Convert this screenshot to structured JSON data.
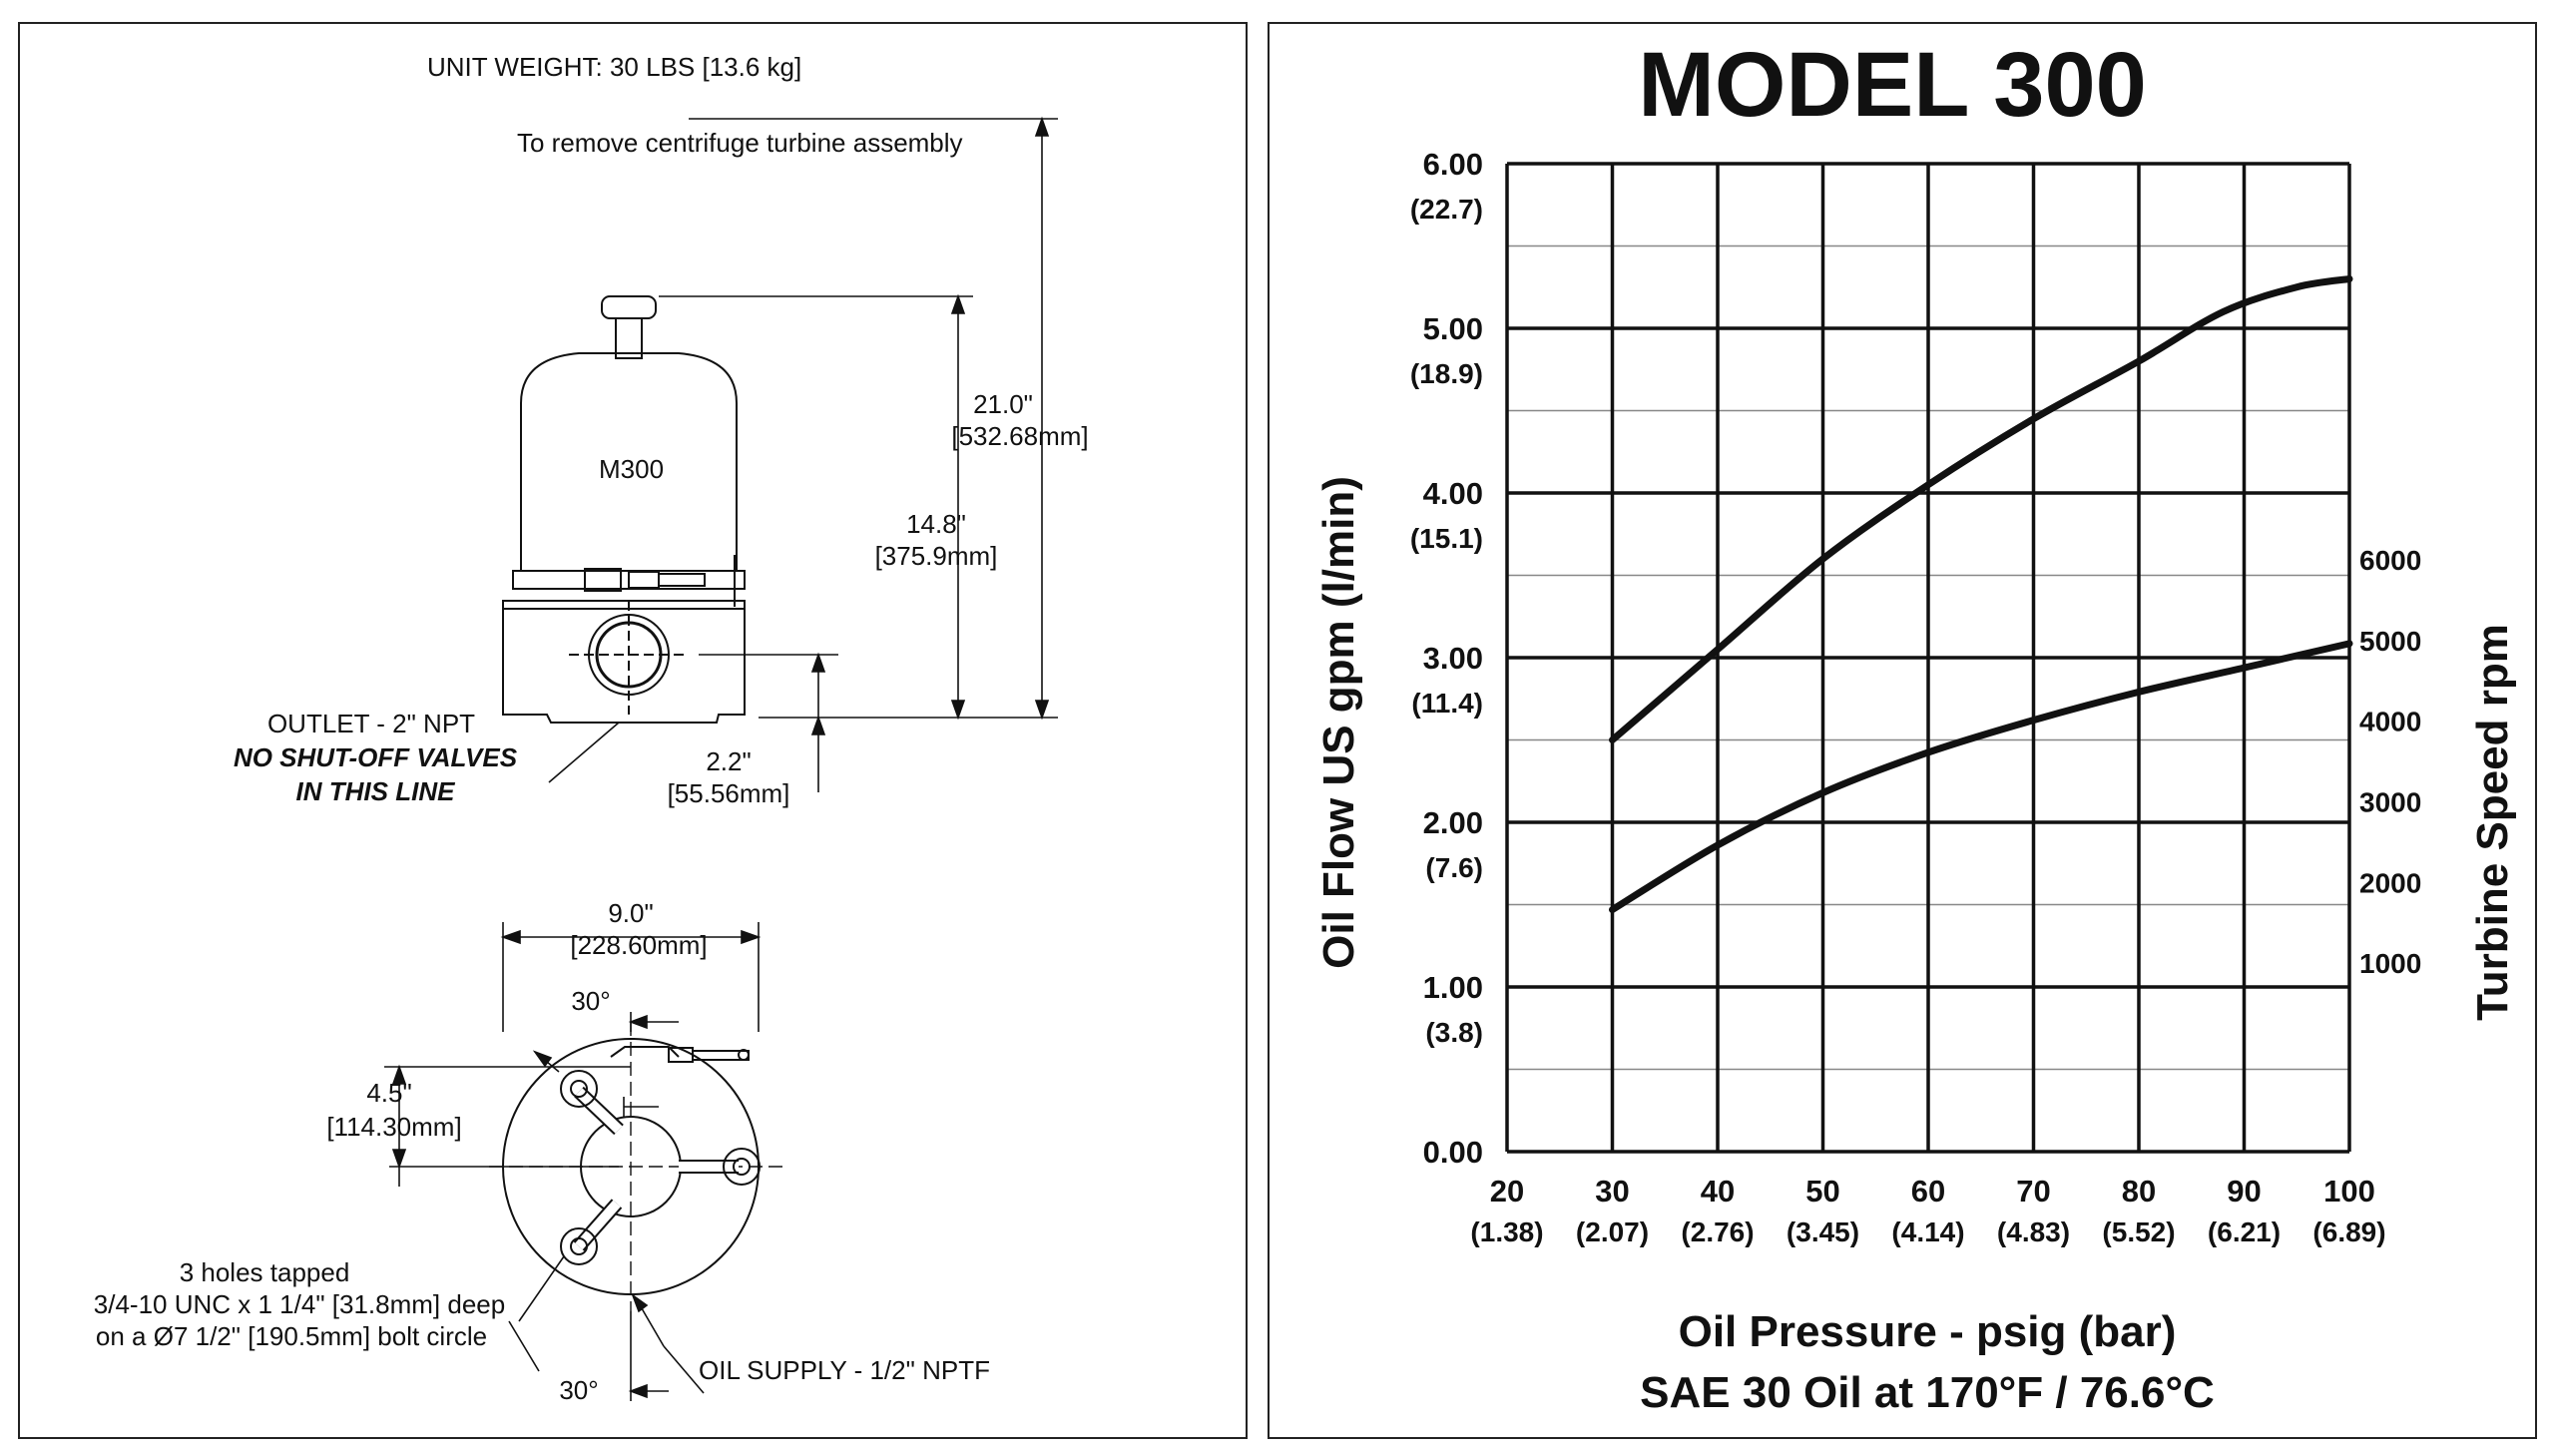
{
  "drawing": {
    "unit_weight": "UNIT WEIGHT: 30 LBS [13.6 kg]",
    "removal_note": "To remove centrifuge turbine assembly",
    "model_label": "M300",
    "dim_height_total": "21.0\"",
    "dim_height_total_mm": "[532.68mm]",
    "dim_height_body": "14.8\"",
    "dim_height_body_mm": "[375.9mm]",
    "outlet_line1": "OUTLET - 2\" NPT",
    "outlet_line2": "NO SHUT-OFF VALVES",
    "outlet_line3": "IN THIS LINE",
    "dim_outlet_height": "2.2\"",
    "dim_outlet_height_mm": "[55.56mm]",
    "dim_width": "9.0\"",
    "dim_width_mm": "[228.60mm]",
    "angle_top": "30°",
    "dim_half": "4.5\"",
    "dim_half_mm": "[114.30mm]",
    "holes_line1": "3 holes tapped",
    "holes_line2": "3/4-10 UNC x 1 1/4\" [31.8mm] deep",
    "holes_line3": "on a Ø7 1/2\" [190.5mm] bolt circle",
    "angle_bottom": "30°",
    "oil_supply": "OIL SUPPLY - 1/2\" NPTF"
  },
  "chart_data": {
    "type": "line",
    "title": "MODEL 300",
    "xlabel": "Oil Pressure - psig (bar)",
    "subtitle": "SAE 30 Oil at 170°F / 76.6°C",
    "ylabel": "Oil Flow US gpm (l/min)",
    "y2label": "Turbine Speed rpm",
    "xlim": [
      20,
      100
    ],
    "ylim": [
      0,
      6
    ],
    "x_ticks": [
      "20",
      "30",
      "40",
      "50",
      "60",
      "70",
      "80",
      "90",
      "100"
    ],
    "x_ticks_bar": [
      "(1.38)",
      "(2.07)",
      "(2.76)",
      "(3.45)",
      "(4.14)",
      "(4.83)",
      "(5.52)",
      "(6.21)",
      "(6.89)"
    ],
    "y_ticks": [
      "0.00",
      "1.00",
      "2.00",
      "3.00",
      "4.00",
      "5.00",
      "6.00"
    ],
    "y_ticks_metric": [
      "(3.8)",
      "(7.6)",
      "(11.4)",
      "(15.1)",
      "(18.9)",
      "(22.7)"
    ],
    "y2_ticks": [
      "1000",
      "2000",
      "3000",
      "4000",
      "5000",
      "6000"
    ],
    "y2_tick_values": [
      1000,
      2000,
      3000,
      4000,
      5000,
      6000
    ],
    "y2lim": [
      -1350,
      10900
    ],
    "grid": true,
    "series": [
      {
        "axis": "left",
        "x": [
          30,
          40,
          50,
          60,
          70,
          80,
          88,
          95,
          100
        ],
        "y": [
          2.5,
          3.05,
          3.6,
          4.05,
          4.45,
          4.8,
          5.1,
          5.25,
          5.3
        ]
      },
      {
        "axis": "right",
        "x": [
          30,
          40,
          50,
          60,
          70,
          80,
          90,
          100
        ],
        "y": [
          1650,
          2450,
          3100,
          3600,
          4000,
          4350,
          4650,
          4950
        ]
      }
    ]
  }
}
